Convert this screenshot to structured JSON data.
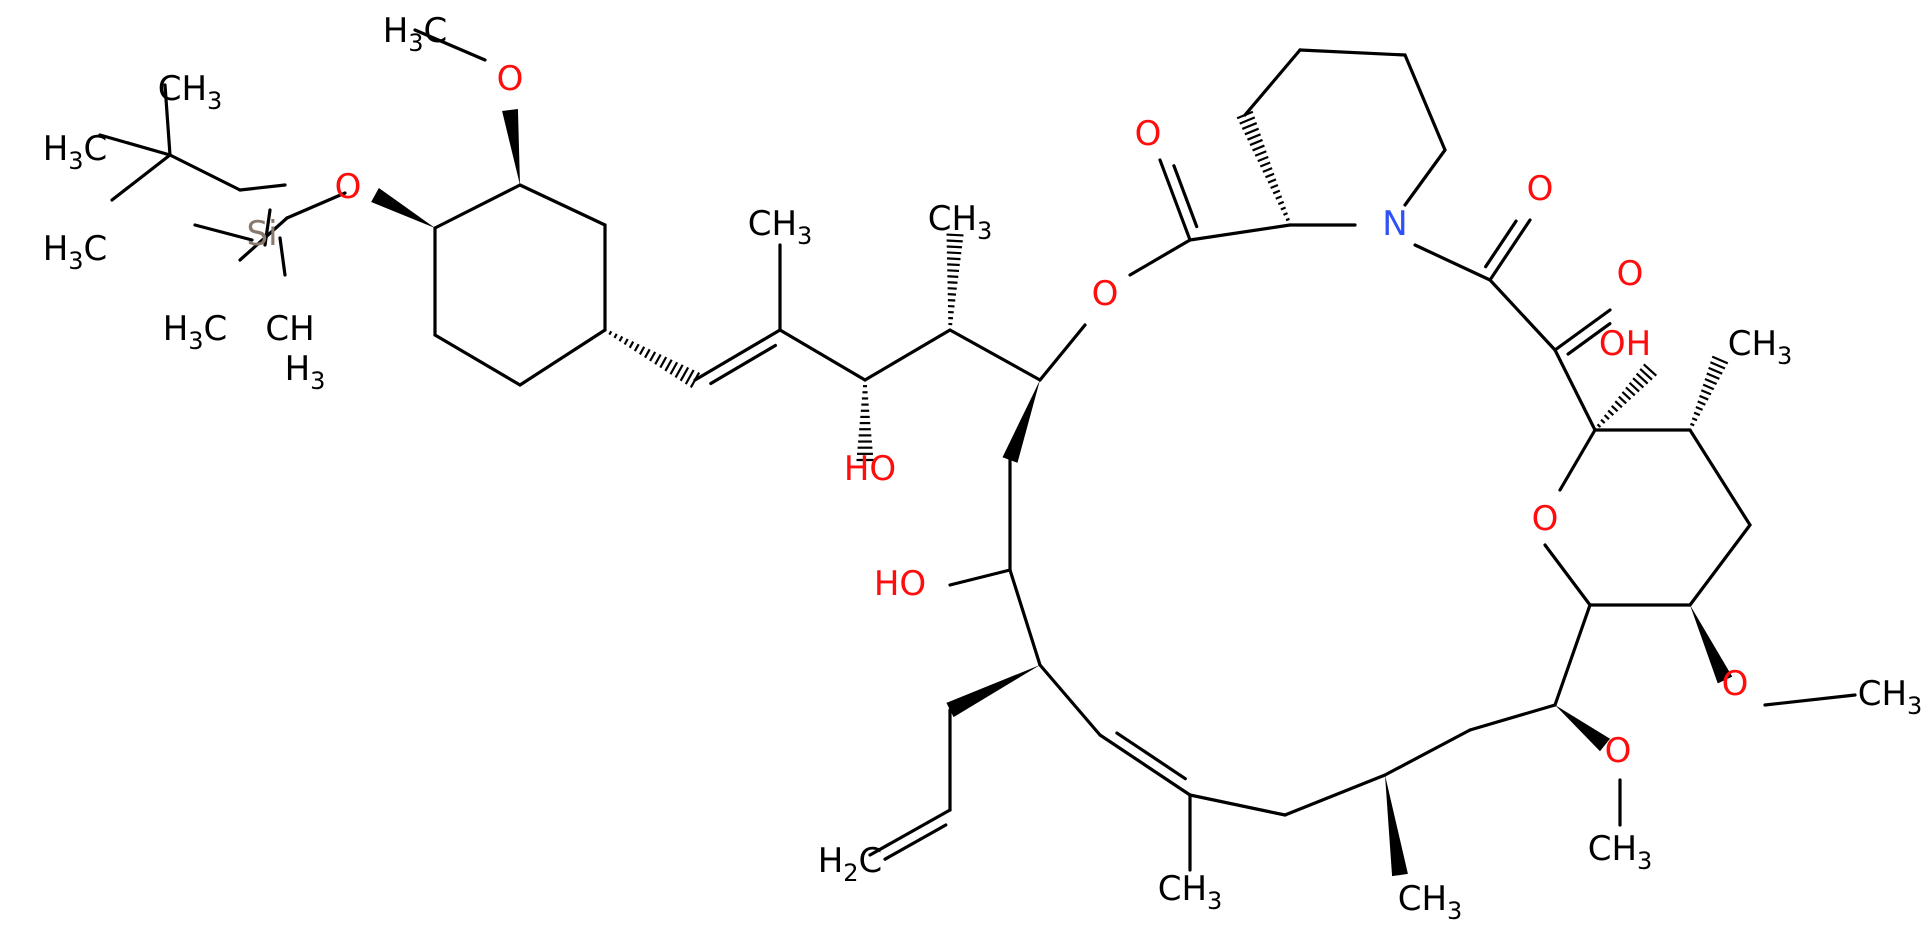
{
  "colors": {
    "bond": "#000000",
    "oxygen": "#ff0d0d",
    "nitrogen": "#3050f8",
    "silicon": "#8a7a6e",
    "carbon": "#000000",
    "background": "#ffffff"
  },
  "labels": [
    {
      "main": "H",
      "sub": "3",
      "tail": "C",
      "color": "carbon"
    },
    {
      "main": "O",
      "color": "oxygen"
    },
    {
      "main": "CH",
      "sub": "3",
      "color": "carbon"
    },
    {
      "main": "H",
      "sub": "3",
      "tail": "C",
      "color": "carbon"
    },
    {
      "main": "H",
      "sub": "3",
      "tail": "C",
      "color": "carbon"
    },
    {
      "main": "Si",
      "color": "silicon"
    },
    {
      "main": "O",
      "color": "oxygen"
    },
    {
      "main": "H",
      "sub": "3",
      "tail": "C",
      "color": "carbon"
    },
    {
      "main": "CH",
      "color": "carbon"
    },
    {
      "main": "H",
      "sub": "3",
      "color": "carbon"
    },
    {
      "main": "CH",
      "sub": "3",
      "color": "carbon"
    },
    {
      "main": "CH",
      "sub": "3",
      "color": "carbon"
    },
    {
      "main": "HO",
      "color": "oxygen"
    },
    {
      "main": "O",
      "color": "oxygen"
    },
    {
      "main": "O",
      "color": "oxygen"
    },
    {
      "main": "N",
      "color": "nitrogen"
    },
    {
      "main": "O",
      "color": "oxygen"
    },
    {
      "main": "O",
      "color": "oxygen"
    },
    {
      "main": "OH",
      "color": "oxygen"
    },
    {
      "main": "CH",
      "sub": "3",
      "color": "carbon"
    },
    {
      "main": "O",
      "color": "oxygen"
    },
    {
      "main": "HO",
      "color": "oxygen"
    },
    {
      "main": "O",
      "color": "oxygen"
    },
    {
      "main": "CH",
      "sub": "3",
      "color": "carbon"
    },
    {
      "main": "O",
      "color": "oxygen"
    },
    {
      "main": "CH",
      "sub": "3",
      "color": "carbon"
    },
    {
      "main": "H",
      "sub": "2",
      "tail": "C",
      "color": "carbon"
    },
    {
      "main": "CH",
      "sub": "3",
      "color": "carbon"
    },
    {
      "main": "CH",
      "sub": "3",
      "color": "carbon"
    }
  ]
}
